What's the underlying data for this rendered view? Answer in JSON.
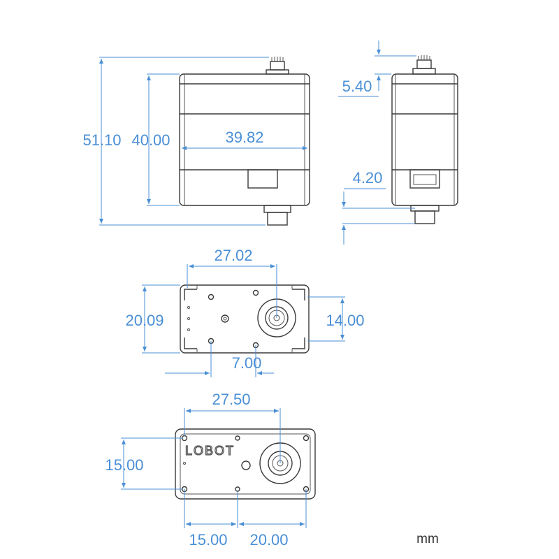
{
  "unit": "mm",
  "front_view": {
    "total_height": "51.10",
    "body_height": "40.00",
    "body_width": "39.82"
  },
  "side_view": {
    "spline_height": "5.40",
    "base_offset": "4.20"
  },
  "top_view": {
    "hole_span": "27.02",
    "overall_width": "20.09",
    "hole_pitch": "14.00",
    "shaft_offset": "7.00"
  },
  "bottom_view": {
    "hole_span": "27.50",
    "hole_pitch": "15.00",
    "left_offset": "15.00",
    "right_offset": "20.00",
    "logo_text": "LOBOT"
  },
  "colors": {
    "dimension": "#4a8fd6",
    "outline": "#3a3a3a"
  }
}
